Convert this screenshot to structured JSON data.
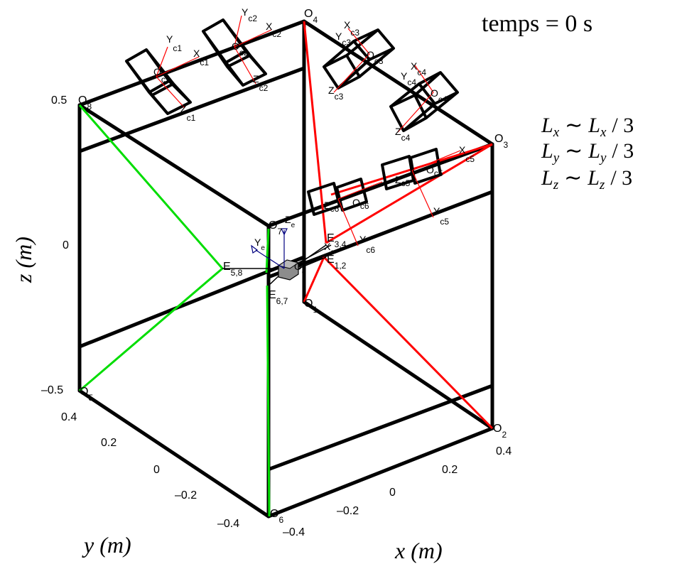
{
  "annotations": {
    "time_label": "temps = 0 s",
    "scale_lx": "L",
    "scale_lx_sub": "x",
    "scale_ly": "L",
    "scale_ly_sub": "y",
    "scale_lz": "L",
    "scale_lz_sub": "z",
    "scale_op": "∼",
    "scale_div": "/ 3"
  },
  "axes": {
    "z_label": "z (m)",
    "y_label": "y (m)",
    "x_label": "x (m)",
    "z_ticks": [
      "0.5",
      "0",
      "–0.5"
    ],
    "y_ticks": [
      "0.4",
      "0.2",
      "0",
      "–0.2",
      "–0.4"
    ],
    "x_ticks": [
      "0.4",
      "0.2",
      "0",
      "–0.2",
      "–0.4"
    ]
  },
  "anchors": {
    "o1": "O",
    "o1_sub": "1",
    "o2": "O",
    "o2_sub": "2",
    "o3": "O",
    "o3_sub": "3",
    "o4": "O",
    "o4_sub": "4",
    "o5": "O",
    "o5_sub": "5",
    "o6": "O",
    "o6_sub": "6",
    "o7": "O",
    "o7_sub": "7",
    "o8": "O",
    "o8_sub": "8"
  },
  "effector": {
    "e12": "E",
    "e12_sub": "1,2",
    "e34": "E",
    "e34_sub": "3,4",
    "e58": "E",
    "e58_sub": "5,8",
    "e67": "E",
    "e67_sub": "6,7",
    "frame_x": "X",
    "frame_y": "Y",
    "frame_z": "Z",
    "frame_o": "O",
    "frame_sub": "e"
  },
  "cameras": {
    "x": "X",
    "y": "Y",
    "z": "Z",
    "o": "O",
    "c1": "c1",
    "c2": "c2",
    "c3": "c3",
    "c4": "c4",
    "c5": "c5",
    "c6": "c6"
  },
  "colors": {
    "frame": "#000000",
    "cable_red": "#ff0000",
    "cable_green": "#00dd00",
    "platform_frame": "#000080",
    "camera_axes": "#ff0000"
  }
}
